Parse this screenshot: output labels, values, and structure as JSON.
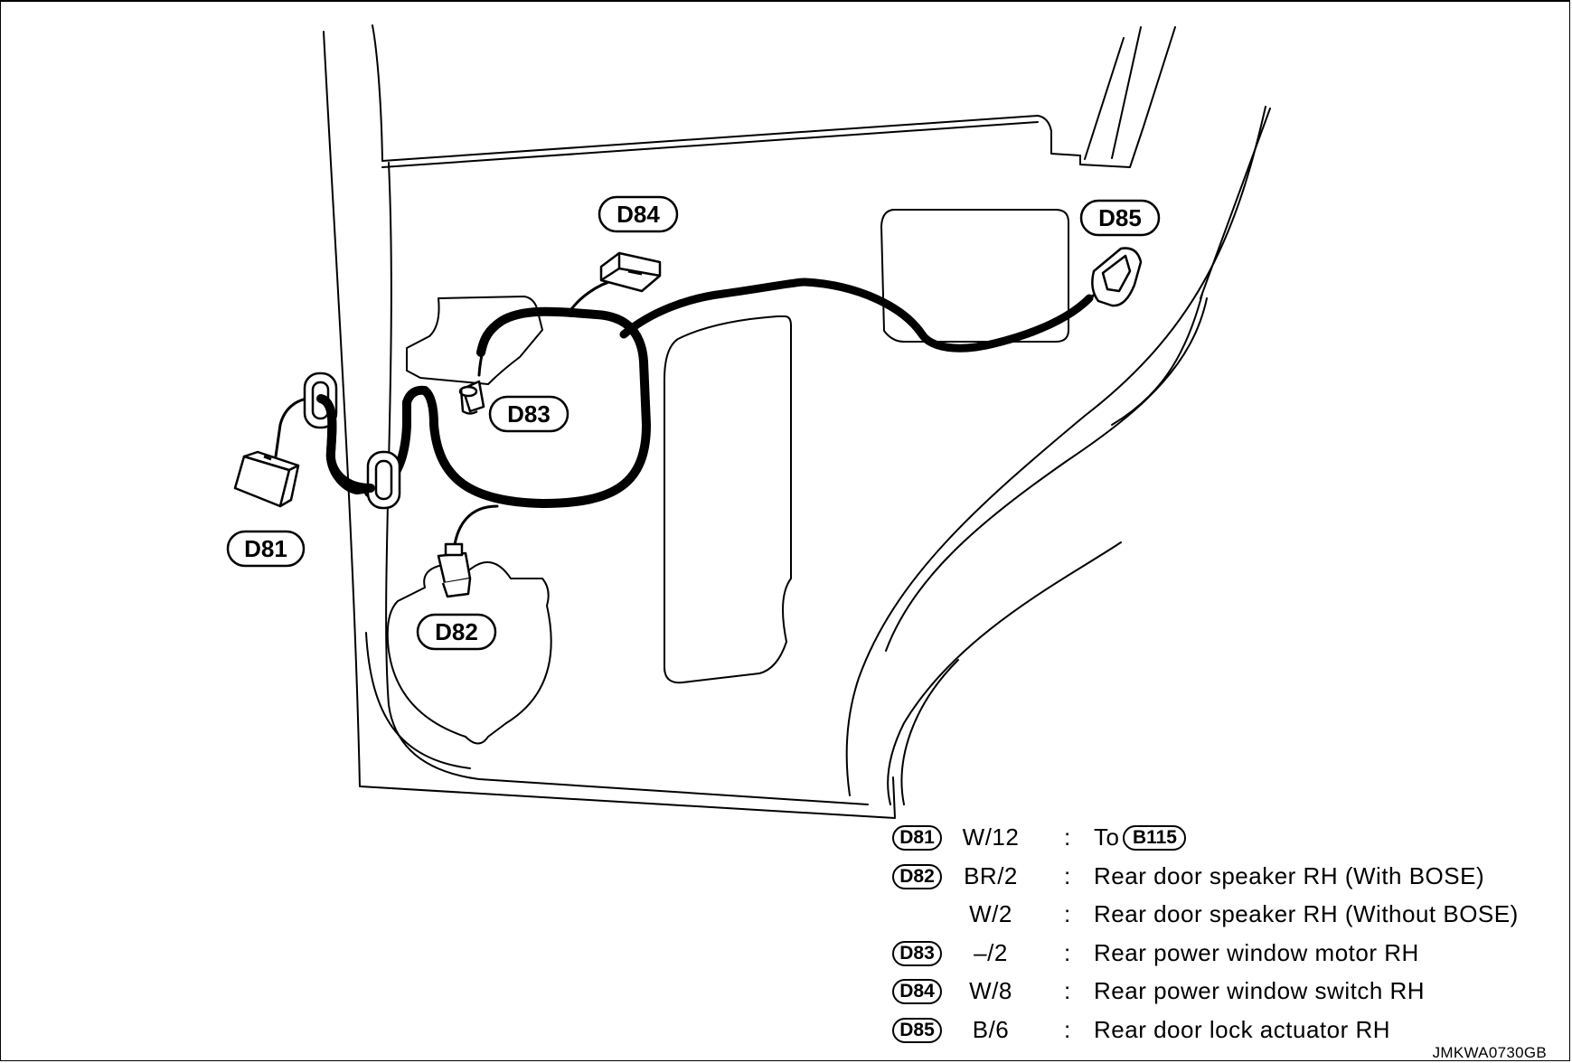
{
  "callouts": {
    "d81": "D81",
    "d82": "D82",
    "d83": "D83",
    "d84": "D84",
    "d85": "D85"
  },
  "legend": [
    {
      "connector": "D81",
      "wire": "W/12",
      "separator": ":",
      "prefix": "To",
      "ref": "B115",
      "description": ""
    },
    {
      "connector": "D82",
      "wire": "BR/2",
      "separator": ":",
      "description": "Rear door speaker RH (With BOSE)"
    },
    {
      "connector": "",
      "wire": "W/2",
      "separator": ":",
      "description": "Rear door speaker RH (Without BOSE)"
    },
    {
      "connector": "D83",
      "wire": "–/2",
      "separator": ":",
      "description": "Rear power window motor RH"
    },
    {
      "connector": "D84",
      "wire": "W/8",
      "separator": ":",
      "description": "Rear power window switch RH"
    },
    {
      "connector": "D85",
      "wire": "B/6",
      "separator": ":",
      "description": "Rear door lock actuator RH"
    }
  ],
  "figure_id": "JMKWA0730GB"
}
